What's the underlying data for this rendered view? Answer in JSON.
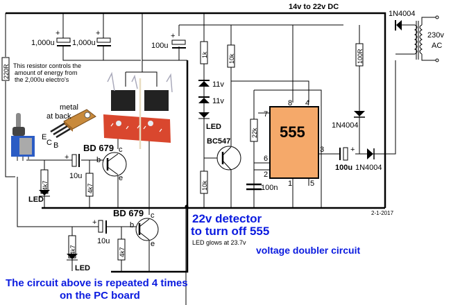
{
  "supply": {
    "rail_label": "14v to 22v DC",
    "transformer": {
      "primary_label_1": "230v",
      "primary_label_2": "AC"
    },
    "rectifier_diode": "1N4004"
  },
  "reservoir": {
    "cap1": "1,000u",
    "cap2": "1,000u",
    "cap3": "100u",
    "resistor": "220R",
    "note_lines": [
      "This resistor controls the",
      "amount of energy from",
      "the 2,000u electro's"
    ]
  },
  "point_motor": {
    "transistor_top": {
      "name": "BD 679",
      "b": "b",
      "c": "c",
      "e": "e"
    },
    "transistor_bottom": {
      "name": "BD 679",
      "b": "b",
      "c": "c",
      "e": "e"
    },
    "cap_top": "10u",
    "cap_bottom": "10u",
    "res_led_top": "4k7",
    "res_base_top": "4k7",
    "res_led_bottom": "4k7",
    "res_base_bottom": "4k7",
    "led_top": "LED",
    "led_bottom": "LED",
    "package": {
      "note1": "metal",
      "note2": "at back",
      "pin_e": "E",
      "pin_c": "C",
      "pin_b": "B"
    }
  },
  "detector": {
    "r1": "1k",
    "r2": "10k",
    "r3": "10k",
    "zener1": "11v",
    "zener2": "11v",
    "led": "LED",
    "transistor": "BC547",
    "title_line1": "22v detector",
    "title_line2": "to turn off 555",
    "note": "LED glows at 23.7v"
  },
  "timer": {
    "chip_label": "555",
    "pins": {
      "p1": "1",
      "p2": "2",
      "p3": "3",
      "p4": "4",
      "p5": "5",
      "p6": "6",
      "p7": "7",
      "p8": "8"
    },
    "r_timing": "22k",
    "c_timing": "100n",
    "r_pullup": "100R"
  },
  "doubler": {
    "cap": "100u",
    "diode1": "1N4004",
    "diode2": "1N4004",
    "title": "voltage doubler circuit"
  },
  "footer": {
    "date": "2-1-2017",
    "note_line1": "The circuit above is  repeated 4 times",
    "note_line2": "on the PC board"
  },
  "colors": {
    "annotation": "#0a1adf",
    "chip_fill": "#f5a96a",
    "motor_red": "#d9472e"
  }
}
